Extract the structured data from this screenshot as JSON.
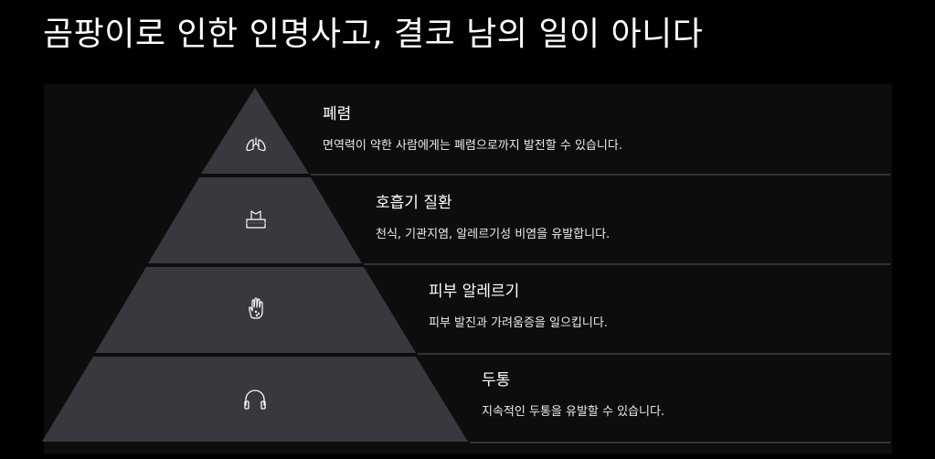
{
  "title": "곰팡이로 인한 인명사고, 결코 남의 일이 아니다",
  "tiers": [
    {
      "title": "폐렴",
      "description": "면역력이 약한 사람에게는 폐렴으로까지 발전할 수 있습니다.",
      "icon": "lungs-icon"
    },
    {
      "title": "호흡기 질환",
      "description": "천식, 기관지염, 알레르기성 비염을 유발합니다.",
      "icon": "tissue-box-icon"
    },
    {
      "title": "피부 알레르기",
      "description": "피부 발진과 가려움증을 일으킵니다.",
      "icon": "hand-icon"
    },
    {
      "title": "두통",
      "description": "지속적인 두통을 유발할 수 있습니다.",
      "icon": "headphones-icon"
    }
  ],
  "colors": {
    "background": "#000000",
    "panel": "#0d0d0d",
    "tier_fill": "#3a383e",
    "connector_line": "#5a5a5a",
    "text": "#ffffff"
  }
}
